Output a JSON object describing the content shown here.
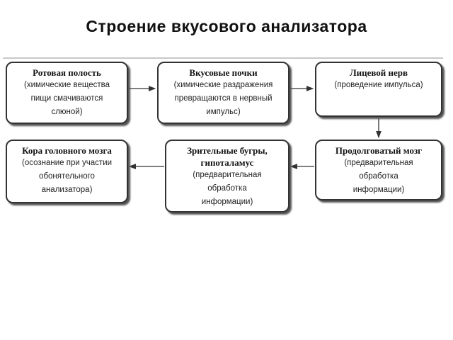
{
  "title": "Строение вкусового анализатора",
  "boxes": [
    {
      "heading": "Ротовая полость",
      "desc": "(химические вещества пищи смачиваются слюной)"
    },
    {
      "heading": "Вкусовые почки",
      "desc": "(химические раздражения превращаются в нервный импульс)"
    },
    {
      "heading": "Лицевой нерв",
      "desc": "(проведение импульса)"
    },
    {
      "heading": "Продолговатый мозг",
      "desc": "(предварительная обработка информации)"
    },
    {
      "heading": "Зрительные бугры, гипоталамус",
      "desc": "(предварительная обработка информации)"
    },
    {
      "heading": "Кора головного мозга",
      "desc": "(осознание при участии обонятельного анализатора)"
    }
  ]
}
